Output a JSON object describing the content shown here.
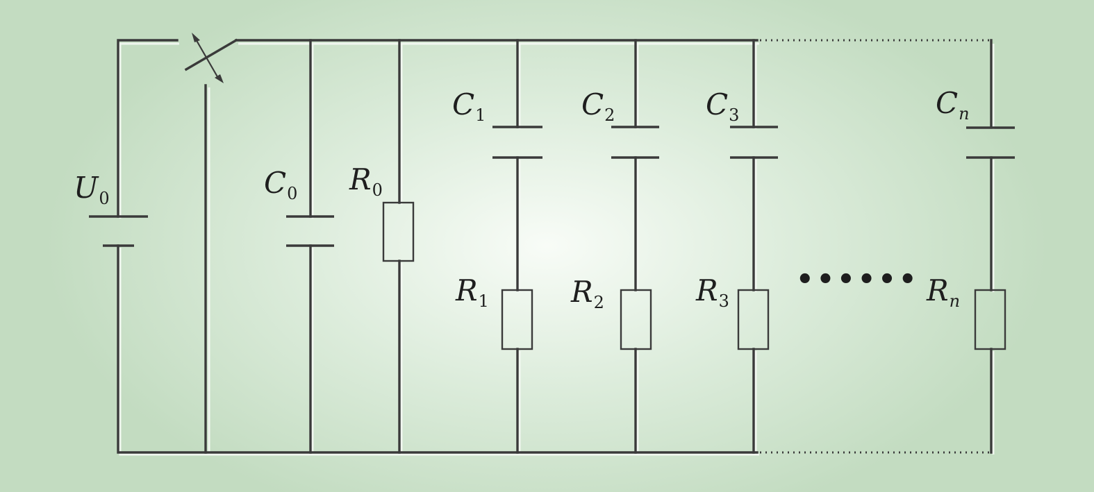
{
  "labels": {
    "U0": {
      "main": "U",
      "sub": "0"
    },
    "C0": {
      "main": "C",
      "sub": "0"
    },
    "R0": {
      "main": "R",
      "sub": "0"
    },
    "C1": {
      "main": "C",
      "sub": "1"
    },
    "C2": {
      "main": "C",
      "sub": "2"
    },
    "C3": {
      "main": "C",
      "sub": "3"
    },
    "Cn": {
      "main": "C",
      "sub": "n"
    },
    "R1": {
      "main": "R",
      "sub": "1"
    },
    "R2": {
      "main": "R",
      "sub": "2"
    },
    "R3": {
      "main": "R",
      "sub": "3"
    },
    "Rn": {
      "main": "R",
      "sub": "n"
    }
  },
  "ellipsis": "••••••",
  "colors": {
    "wire": "#3a3a3a",
    "background": "#c3dcc1",
    "highlight": "#f4f8f3"
  }
}
